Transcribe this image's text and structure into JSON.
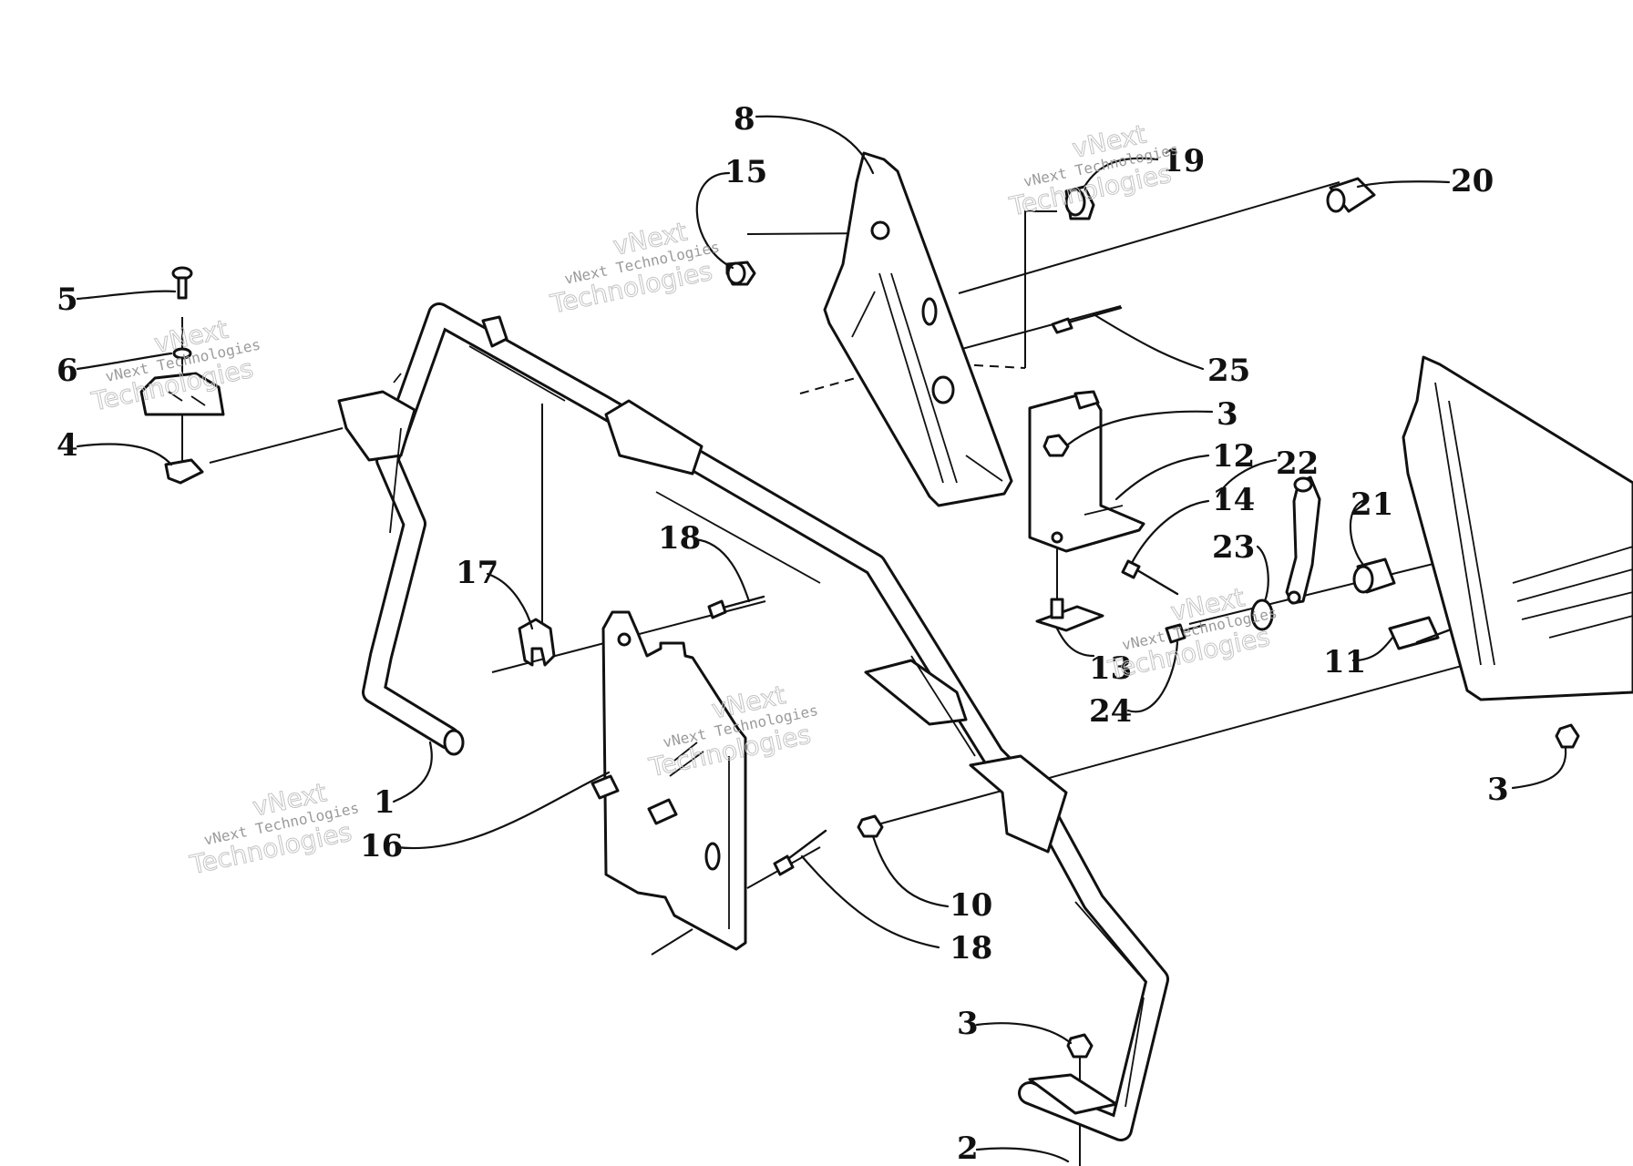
{
  "watermark": {
    "line1": "vNext Technologies",
    "line2": "vNext",
    "line3": "Technologies"
  },
  "callouts": {
    "c1": "1",
    "c2": "2",
    "c3a": "3",
    "c3b": "3",
    "c3c": "3",
    "c4": "4",
    "c5": "5",
    "c6": "6",
    "c8": "8",
    "c10": "10",
    "c11": "11",
    "c12": "12",
    "c13": "13",
    "c14": "14",
    "c15": "15",
    "c16": "16",
    "c17": "17",
    "c18a": "18",
    "c18b": "18",
    "c19": "19",
    "c20": "20",
    "c21": "21",
    "c22": "22",
    "c23": "23",
    "c24": "24",
    "c25": "25"
  }
}
